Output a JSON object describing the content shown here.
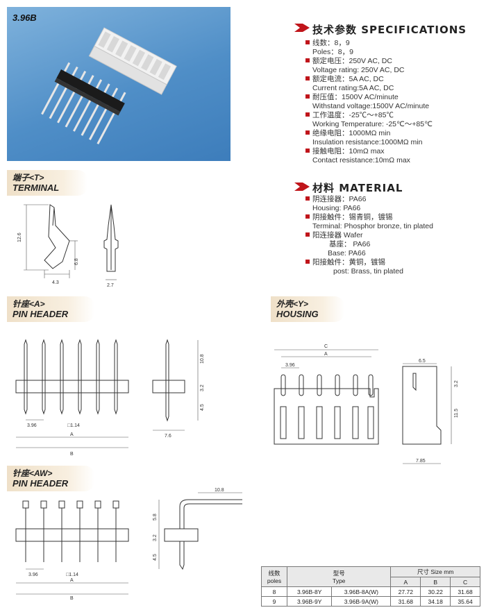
{
  "photo": {
    "model": "3.96B"
  },
  "specifications": {
    "title_cn": "技术参数",
    "title_en": "SPECIFICATIONS",
    "items": [
      {
        "cn": "线数：8，9",
        "en": "Poles：8，9"
      },
      {
        "cn": "额定电压：250V AC, DC",
        "en": "Voltage rating: 250V AC, DC"
      },
      {
        "cn": "额定电流：5A AC, DC",
        "en": "Current rating:5A AC, DC"
      },
      {
        "cn": "耐压值：1500V AC/minute",
        "en": "Withstand voltage:1500V AC/minute"
      },
      {
        "cn": "工作温度：-25℃～+85℃",
        "en": "Working Temperature: -25℃～+85℃"
      },
      {
        "cn": "绝缘电阻：1000MΩ min",
        "en": "Insulation resistance:1000MΩ min"
      },
      {
        "cn": "接触电阻：10mΩ max",
        "en": "Contact resistance:10mΩ max"
      }
    ]
  },
  "material": {
    "title_cn": "材料",
    "title_en": "MATERIAL",
    "housing_cn": "阴连接器：PA66",
    "housing_en": "Housing: PA66",
    "terminal_cn": "阴接触件：锡青铜，镀锡",
    "terminal_en": "Terminal:  Phosphor bronze, tin plated",
    "wafer_cn": "阳连接器 Wafer",
    "base_cn": "基座：  PA66",
    "base_en": "Base:   PA66",
    "post_cn": "阳接触件：黄铜，镀锡",
    "post_en": "post:  Brass, tin plated"
  },
  "banners": {
    "terminal": {
      "cn": "端子<T>",
      "en": "TERMINAL"
    },
    "pin_header_a": {
      "cn": "针座<A>",
      "en": "PIN HEADER"
    },
    "housing": {
      "cn": "外壳<Y>",
      "en": "HOUSING"
    },
    "pin_header_aw": {
      "cn": "针座<AW>",
      "en": "PIN HEADER"
    }
  },
  "dims": {
    "terminal": {
      "height": "12.6",
      "inner": "6.8",
      "width": "4.3",
      "side": "2.7"
    },
    "pin_a": {
      "pitch": "3.96",
      "square": "□1.14",
      "a": "A",
      "b": "B",
      "top": "10.8",
      "mid": "3.2",
      "bottom": "4.5",
      "base": "7.6"
    },
    "housing": {
      "c": "C",
      "a": "A",
      "pitch": "3.96",
      "depth": "6.5",
      "top": "3.2",
      "height": "11.5",
      "base": "7.85"
    },
    "pin_aw": {
      "pitch": "3.96",
      "square": "□1.14",
      "a": "A",
      "b": "B",
      "len": "10.8",
      "h1": "5.8",
      "h2": "3.2",
      "h3": "4.5"
    }
  },
  "size_table": {
    "h_poles_cn": "线数",
    "h_poles_en": "poles",
    "h_type_cn": "型号",
    "h_type_en": "Type",
    "h_size": "尺寸 Size mm",
    "cols": [
      "A",
      "B",
      "C"
    ],
    "rows": [
      {
        "poles": "8",
        "type1": "3.96B-8Y",
        "type2": "3.96B-8A(W)",
        "a": "27.72",
        "b": "30.22",
        "c": "31.68"
      },
      {
        "poles": "9",
        "type1": "3.96B-9Y",
        "type2": "3.96B-9A(W)",
        "a": "31.68",
        "b": "34.18",
        "c": "35.64"
      }
    ]
  }
}
